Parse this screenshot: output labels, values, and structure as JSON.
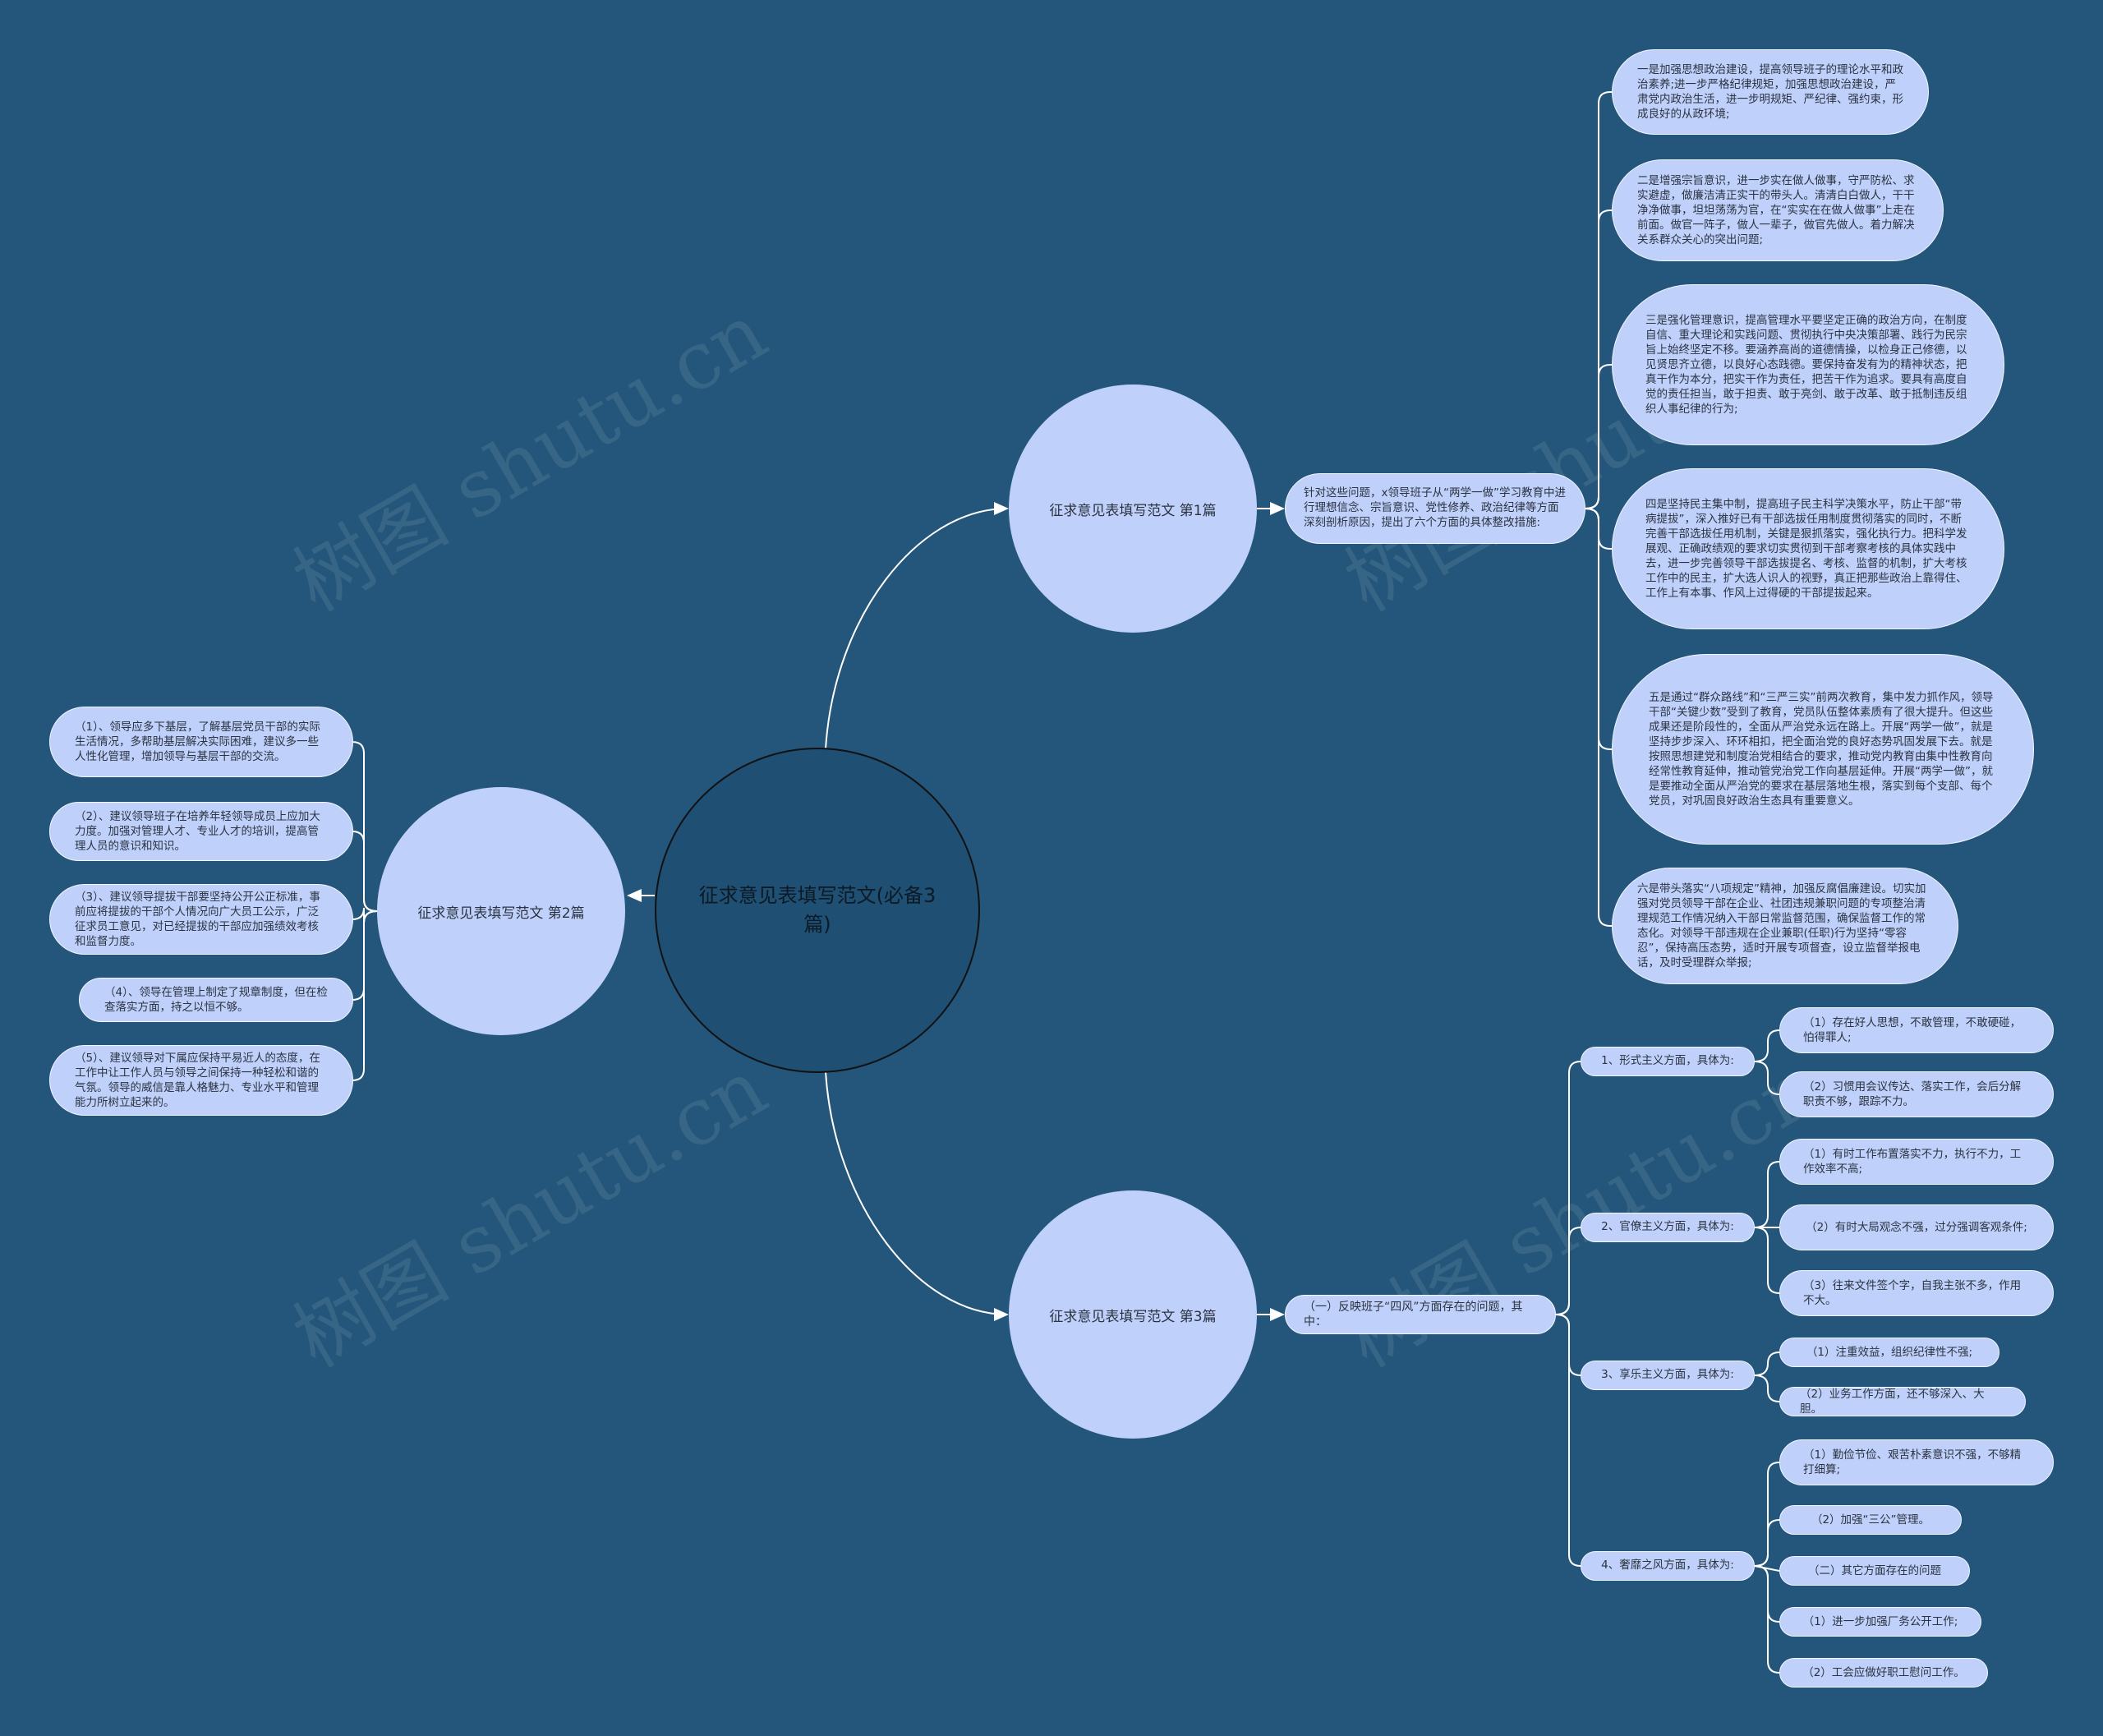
{
  "root": {
    "title": "征求意见表填写范文(必备3篇)"
  },
  "watermark": "树图 shutu.cn",
  "colors": {
    "background": "#23567a",
    "node_fill": "#bfd0fb",
    "root_fill": "#1f4f72",
    "line": "#ffffff"
  },
  "branches": {
    "b1": {
      "title": "征求意见表填写范文 第1篇",
      "summary": "针对这些问题，x领导班子从“两学一做”学习教育中进行理想信念、宗旨意识、党性修养、政治纪律等方面深刻剖析原因，提出了六个方面的具体整改措施:",
      "items": [
        "一是加强思想政治建设，提高领导班子的理论水平和政治素养;进一步严格纪律规矩，加强思想政治建设，严肃党内政治生活，进一步明规矩、严纪律、强约束，形成良好的从政环境;",
        "二是增强宗旨意识，进一步实在做人做事，守严防松、求实避虚，做廉洁清正实干的带头人。清清白白做人，干干净净做事，坦坦荡荡为官，在“实实在在做人做事”上走在前面。做官一阵子，做人一辈子，做官先做人。着力解决关系群众关心的突出问题;",
        "三是强化管理意识，提高管理水平要坚定正确的政治方向，在制度自信、重大理论和实践问题、贯彻执行中央决策部署、践行为民宗旨上始终坚定不移。要涵养高尚的道德情操，以检身正己修德，以见贤思齐立德，以良好心态践德。要保持奋发有为的精神状态，把真干作为本分，把实干作为责任，把苦干作为追求。要具有高度自觉的责任担当，敢于担责、敢于亮剑、敢于改革、敢于抵制违反组织人事纪律的行为;",
        "四是坚持民主集中制，提高班子民主科学决策水平，防止干部“带病提拔”，深入推好已有干部选拔任用制度贯彻落实的同时，不断完善干部选拔任用机制，关键是狠抓落实，强化执行力。把科学发展观、正确政绩观的要求切实贯彻到干部考察考核的具体实践中去，进一步完善领导干部选拔提名、考核、监督的机制，扩大考核工作中的民主，扩大选人识人的视野，真正把那些政治上靠得住、工作上有本事、作风上过得硬的干部提拔起来。",
        "五是通过“群众路线”和“三严三实”前两次教育，集中发力抓作风，领导干部“关键少数”受到了教育，党员队伍整体素质有了很大提升。但这些成果还是阶段性的，全面从严治党永远在路上。开展“两学一做”，就是坚持步步深入、环环相扣，把全面治党的良好态势巩固发展下去。就是按照思想建党和制度治党相结合的要求，推动党内教育由集中性教育向经常性教育延伸，推动管党治党工作向基层延伸。开展“两学一做”，就是要推动全面从严治党的要求在基层落地生根，落实到每个支部、每个党员，对巩固良好政治生态具有重要意义。",
        "六是带头落实“八项规定”精神，加强反腐倡廉建设。切实加强对党员领导干部在企业、社团违规兼职问题的专项整治清理规范工作情况纳入干部日常监督范围，确保监督工作的常态化。对领导干部违规在企业兼职(任职)行为坚持“零容忍”，保持高压态势，适时开展专项督查，设立监督举报电话，及时受理群众举报;"
      ]
    },
    "b2": {
      "title": "征求意见表填写范文 第2篇",
      "items": [
        "（1）、领导应多下基层，了解基层党员干部的实际生活情况，多帮助基层解决实际困难，建议多一些人性化管理，增加领导与基层干部的交流。",
        "（2）、建议领导班子在培养年轻领导成员上应加大力度。加强对管理人才、专业人才的培训，提高管理人员的意识和知识。",
        "（3）、建议领导提拔干部要坚持公开公正标准，事前应将提拔的干部个人情况向广大员工公示，广泛征求员工意见，对已经提拔的干部应加强绩效考核和监督力度。",
        "（4）、领导在管理上制定了规章制度，但在检查落实方面，持之以恒不够。",
        "（5）、建议领导对下属应保持平易近人的态度，在工作中让工作人员与领导之间保持一种轻松和谐的气氛。领导的威信是靠人格魅力、专业水平和管理能力所树立起来的。"
      ]
    },
    "b3": {
      "title": "征求意见表填写范文 第3篇",
      "summary": "（一）反映班子“四风”方面存在的问题，其中：",
      "groups": [
        {
          "label": "1、形式主义方面，具体为:",
          "items": [
            "（1）存在好人思想，不敢管理，不敢硬碰，怕得罪人;",
            "（2）习惯用会议传达、落实工作，会后分解职责不够，跟踪不力。"
          ]
        },
        {
          "label": "2、官僚主义方面，具体为:",
          "items": [
            "（1）有时工作布置落实不力，执行不力，工作效率不高;",
            "（2）有时大局观念不强，过分强调客观条件;",
            "（3）往来文件签个字，自我主张不多，作用不大。"
          ]
        },
        {
          "label": "3、享乐主义方面，具体为:",
          "items": [
            "（1）注重效益，组织纪律性不强;",
            "（2）业务工作方面，还不够深入、大胆。"
          ]
        },
        {
          "label": "4、奢靡之风方面，具体为:",
          "items": [
            "（1）勤俭节俭、艰苦朴素意识不强，不够精打细算;",
            "（2）加强“三公”管理。",
            "（二）其它方面存在的问题",
            "（1）进一步加强厂务公开工作;",
            "（2）工会应做好职工慰问工作。"
          ]
        }
      ]
    }
  }
}
